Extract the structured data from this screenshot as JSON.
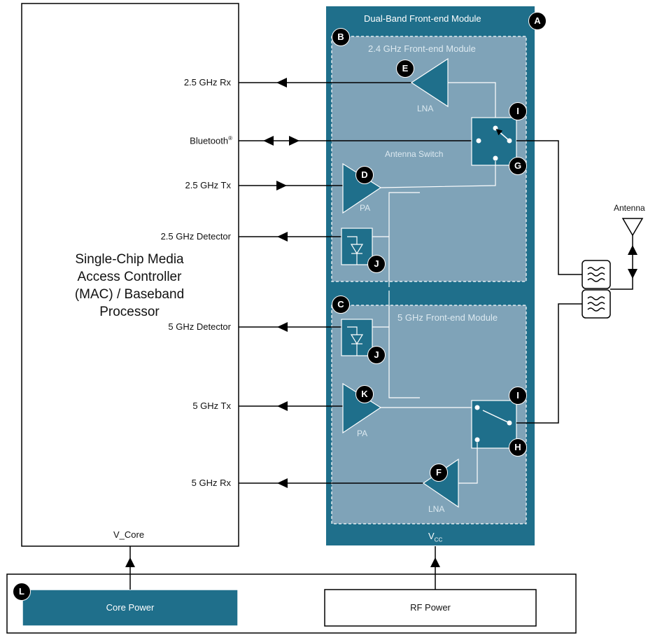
{
  "mac": {
    "lines": [
      "Single-Chip Media",
      "Access Controller",
      "(MAC) / Baseband",
      "Processor"
    ],
    "vcore": "V_Core"
  },
  "signals": {
    "rx24": "2.5 GHz Rx",
    "bluetooth": "Bluetooth",
    "bluetooth_mark": "®",
    "tx24": "2.5 GHz Tx",
    "det24": "2.5 GHz Detector",
    "det5": "5 GHz Detector",
    "tx5": "5 GHz Tx",
    "rx5": "5 GHz Rx"
  },
  "fem": {
    "title": "Dual-Band Front-end Module",
    "vcc": "V",
    "vcc_sub": "CC",
    "module24_title": "2.4 GHz Front-end Module",
    "module5_title": "5 GHz Front-end Module",
    "lna": "LNA",
    "pa": "PA",
    "antenna_switch": "Antenna Switch"
  },
  "antenna": "Antenna",
  "power": {
    "core": "Core Power",
    "rf": "RF Power"
  },
  "badges": {
    "A": "A",
    "B": "B",
    "C": "C",
    "D": "D",
    "E": "E",
    "F": "F",
    "G": "G",
    "H": "H",
    "I": "I",
    "J": "J",
    "K": "K",
    "L": "L"
  },
  "colors": {
    "teal": "#1f6f8b",
    "panel": "#7fa3b8",
    "white": "#ffffff",
    "black": "#000000"
  }
}
